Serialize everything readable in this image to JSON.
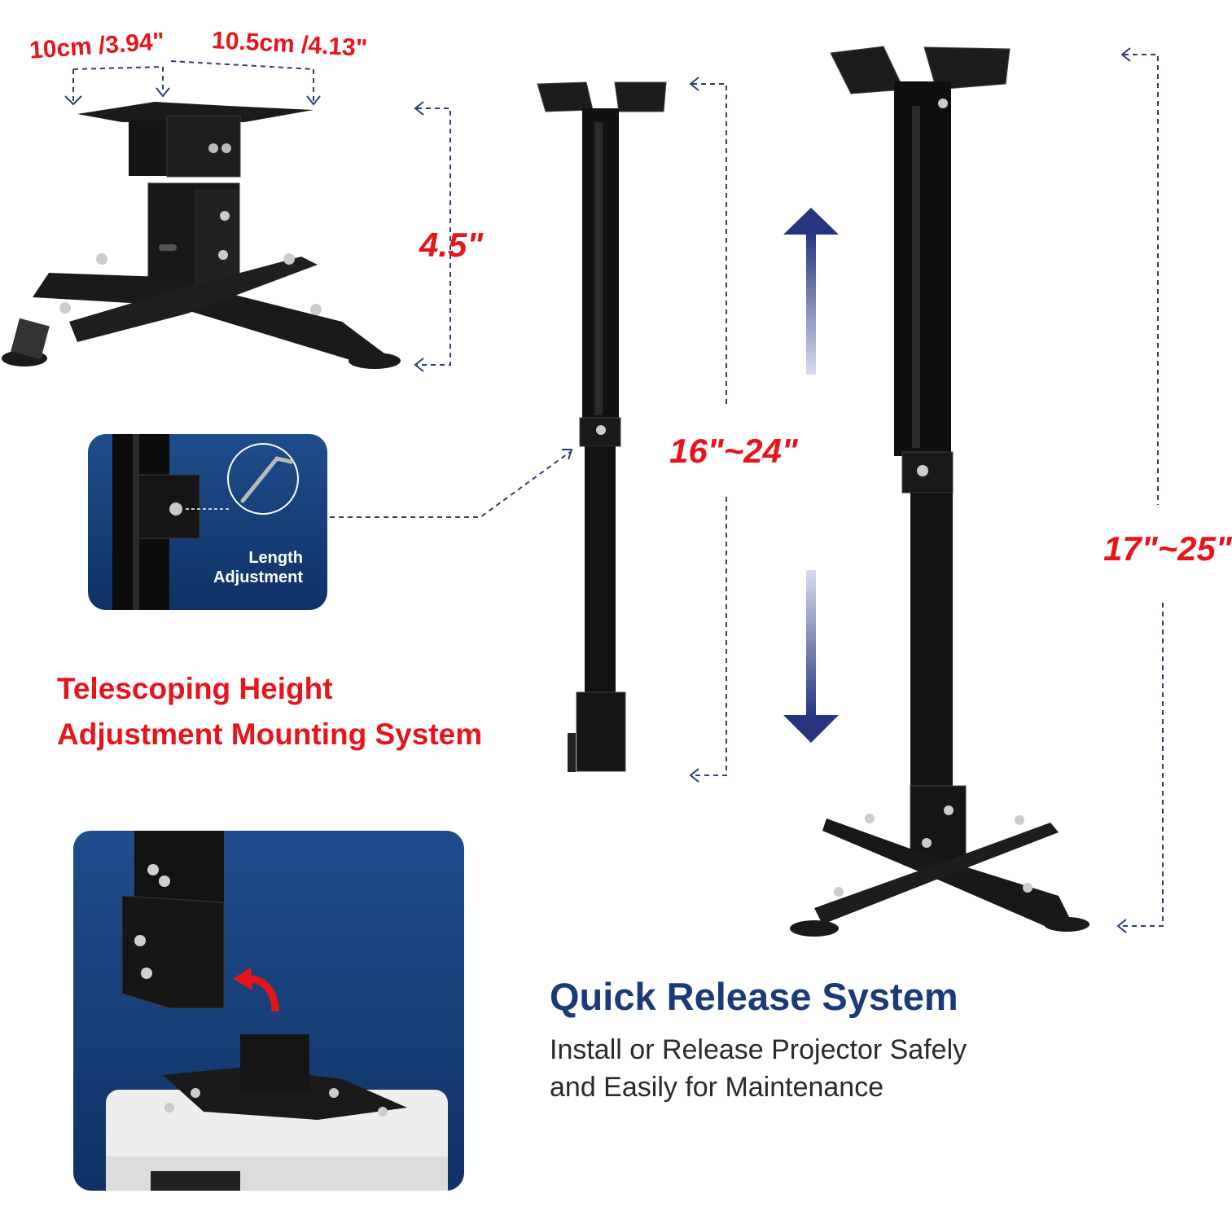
{
  "dimensions": {
    "top_left": "10cm /3.94\"",
    "top_right": "10.5cm /4.13\"",
    "base_height": "4.5\"",
    "short_pole": "16\"~24\"",
    "long_pole": "17\"~25\""
  },
  "inset_label": {
    "line1": "Length",
    "line2": "Adjustment"
  },
  "feature_telescoping": {
    "line1": "Telescoping Height",
    "line2": "Adjustment Mounting System"
  },
  "feature_quick_release": {
    "title": "Quick Release System",
    "line1": "Install or Release Projector Safely",
    "line2": "and Easily for Maintenance"
  },
  "colors": {
    "red": "#e8141b",
    "navy": "#1a3a78",
    "panel_blue": "#1f4d8c",
    "mount_black": "#141414"
  }
}
